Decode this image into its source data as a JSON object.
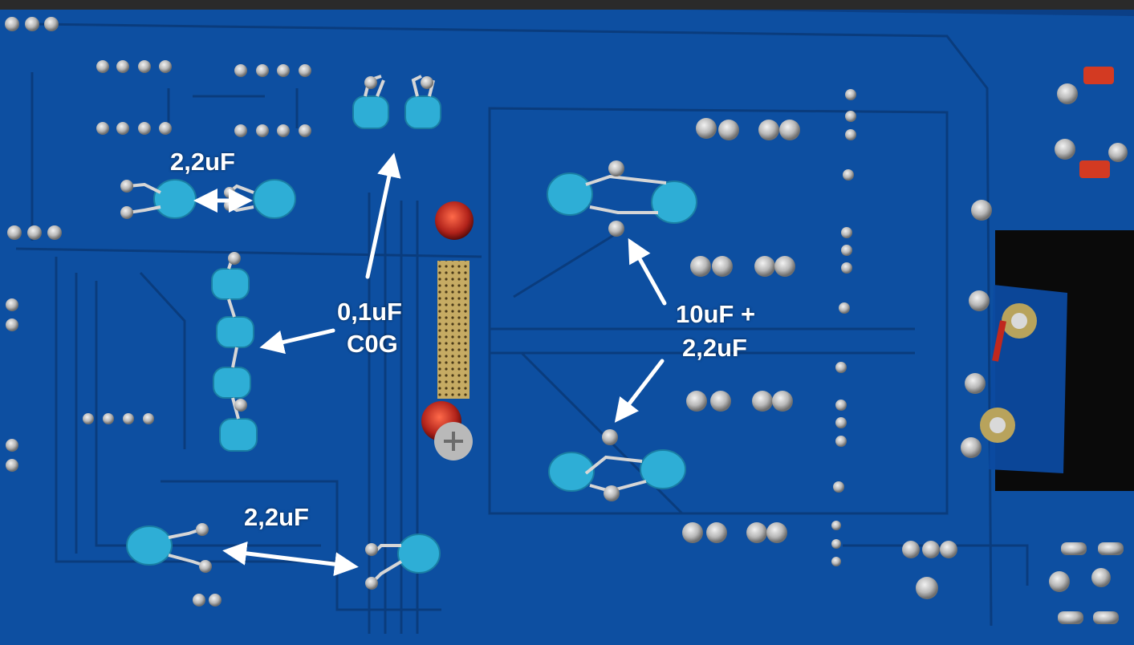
{
  "annotations": {
    "top_left": "2,2uF",
    "center_line1": "0,1uF",
    "center_line2": "C0G",
    "right_line1": "10uF +",
    "right_line2": "2,2uF",
    "bottom_left": "2,2uF"
  },
  "colors": {
    "pcb_blue": "#0d4fa1",
    "pcb_dark": "#0a2f63",
    "capacitor_cyan": "#2eaed6",
    "solder_silver": "#c9c9c9",
    "copper_gold": "#b8a35c",
    "red_paint": "#c0281e",
    "arrow_white": "#ffffff"
  }
}
